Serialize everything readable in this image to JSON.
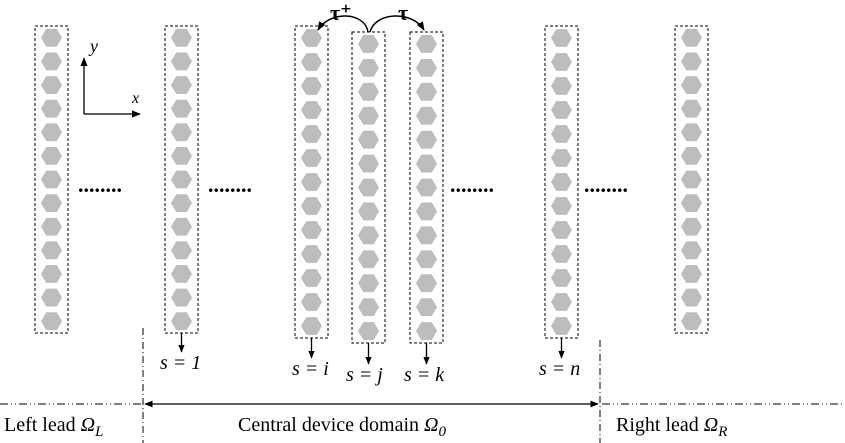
{
  "axes": {
    "y_label": "y",
    "x_label": "x"
  },
  "hoppings": {
    "left_label": "τ⁺",
    "right_label": "τ"
  },
  "slices": [
    {
      "id": "left-lead-slice",
      "label": ""
    },
    {
      "id": "slice-1",
      "label": "s = 1"
    },
    {
      "id": "slice-i",
      "label": "s = i"
    },
    {
      "id": "slice-j",
      "label": "s = j"
    },
    {
      "id": "slice-k",
      "label": "s = k"
    },
    {
      "id": "slice-n",
      "label": "s = n"
    },
    {
      "id": "right-lead-slice",
      "label": ""
    }
  ],
  "ellipsis": "........",
  "domains": {
    "left": {
      "text": "Left lead ",
      "symbol": "Ω",
      "subscript": "L"
    },
    "center": {
      "text": "Central device domain ",
      "symbol": "Ω",
      "subscript": "0"
    },
    "right": {
      "text": "Right lead ",
      "symbol": "Ω",
      "subscript": "R"
    }
  },
  "colors": {
    "atom_fill": "#bdbdbd",
    "line": "#000000"
  },
  "atoms_per_slice": 13
}
